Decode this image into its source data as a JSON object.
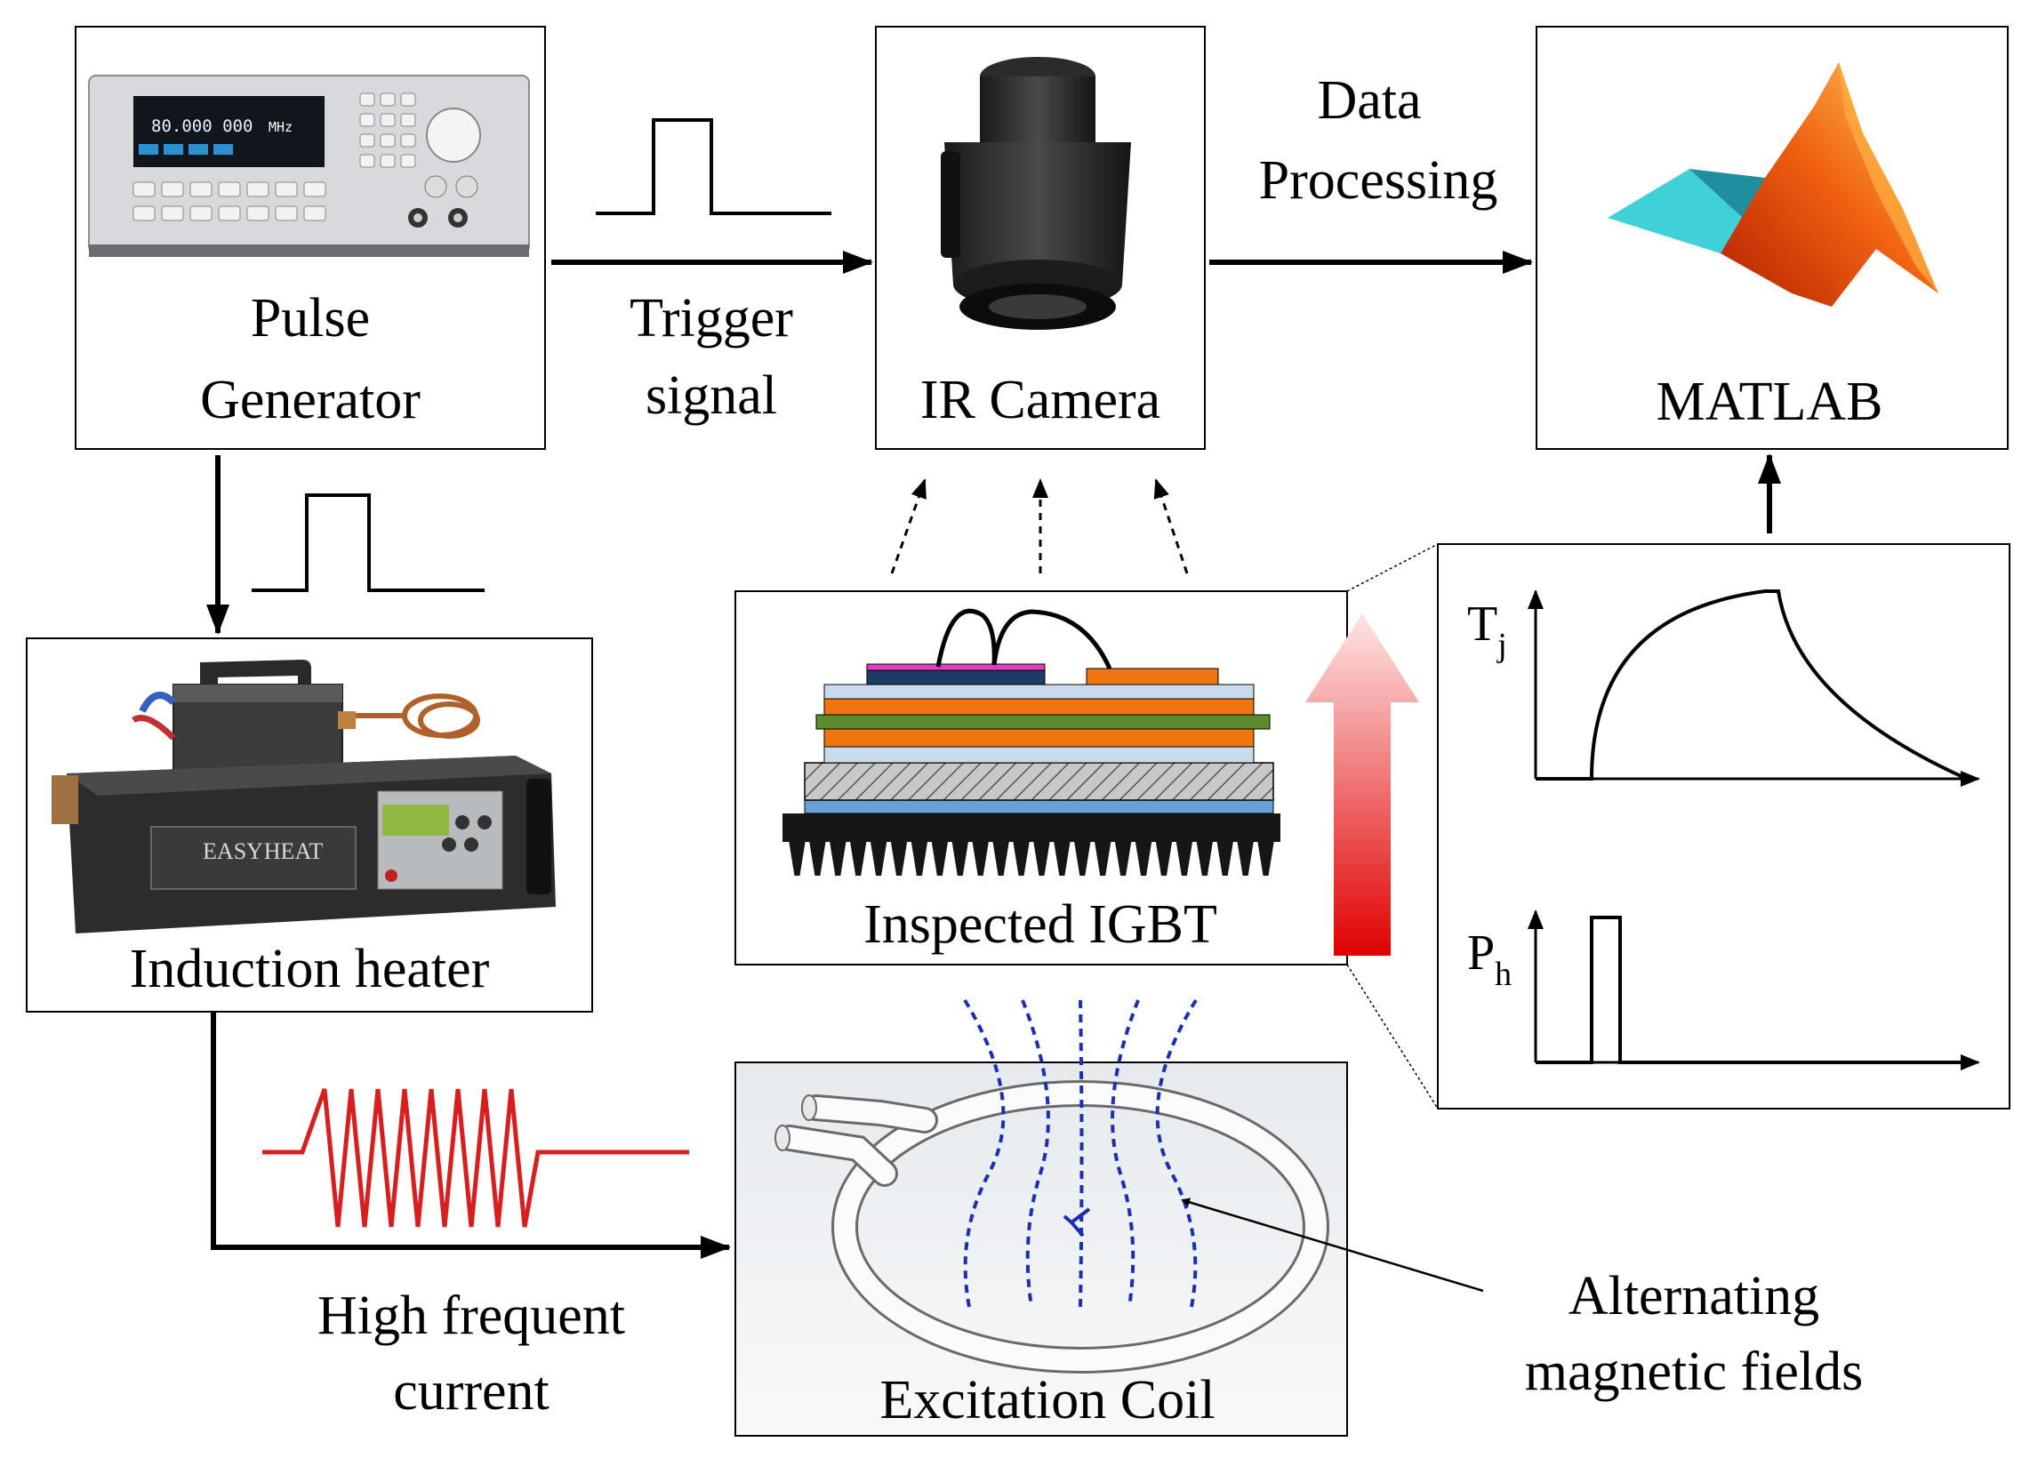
{
  "blocks": {
    "pulse_generator": {
      "line1": "Pulse",
      "line2": "Generator",
      "display": "80.000 000",
      "display_unit": "MHz"
    },
    "ir_camera": {
      "label": "IR Camera"
    },
    "matlab": {
      "label": "MATLAB"
    },
    "induction_heater": {
      "label": "Induction heater",
      "brand_top": "EASY",
      "brand_bottom": "HEAT"
    },
    "igbt": {
      "label": "Inspected IGBT"
    },
    "coil": {
      "label": "Excitation Coil"
    }
  },
  "connections": {
    "trigger": {
      "line1": "Trigger",
      "line2": "signal"
    },
    "data": {
      "line1": "Data",
      "line2": "Processing"
    },
    "current": {
      "line1": "High frequent",
      "line2": "current"
    }
  },
  "annotations": {
    "fields": {
      "line1": "Alternating",
      "line2": "magnetic fields"
    }
  },
  "plots": {
    "tj": {
      "symbol": "T",
      "subscript": "j"
    },
    "ph": {
      "symbol": "P",
      "subscript": "h"
    }
  },
  "colors": {
    "waveform_current": "#d81f1f",
    "field_lines": "#1a2fb4",
    "heat_arrow_top": "#ffd8d8",
    "heat_arrow_bottom": "#e00000",
    "igbt_orange": "#f07410",
    "igbt_green": "#5e8a2e",
    "igbt_lightblue": "#c8dbec",
    "igbt_blue": "#6aa0d8",
    "igbt_navy": "#1e3a66",
    "igbt_magenta": "#e040c0"
  }
}
